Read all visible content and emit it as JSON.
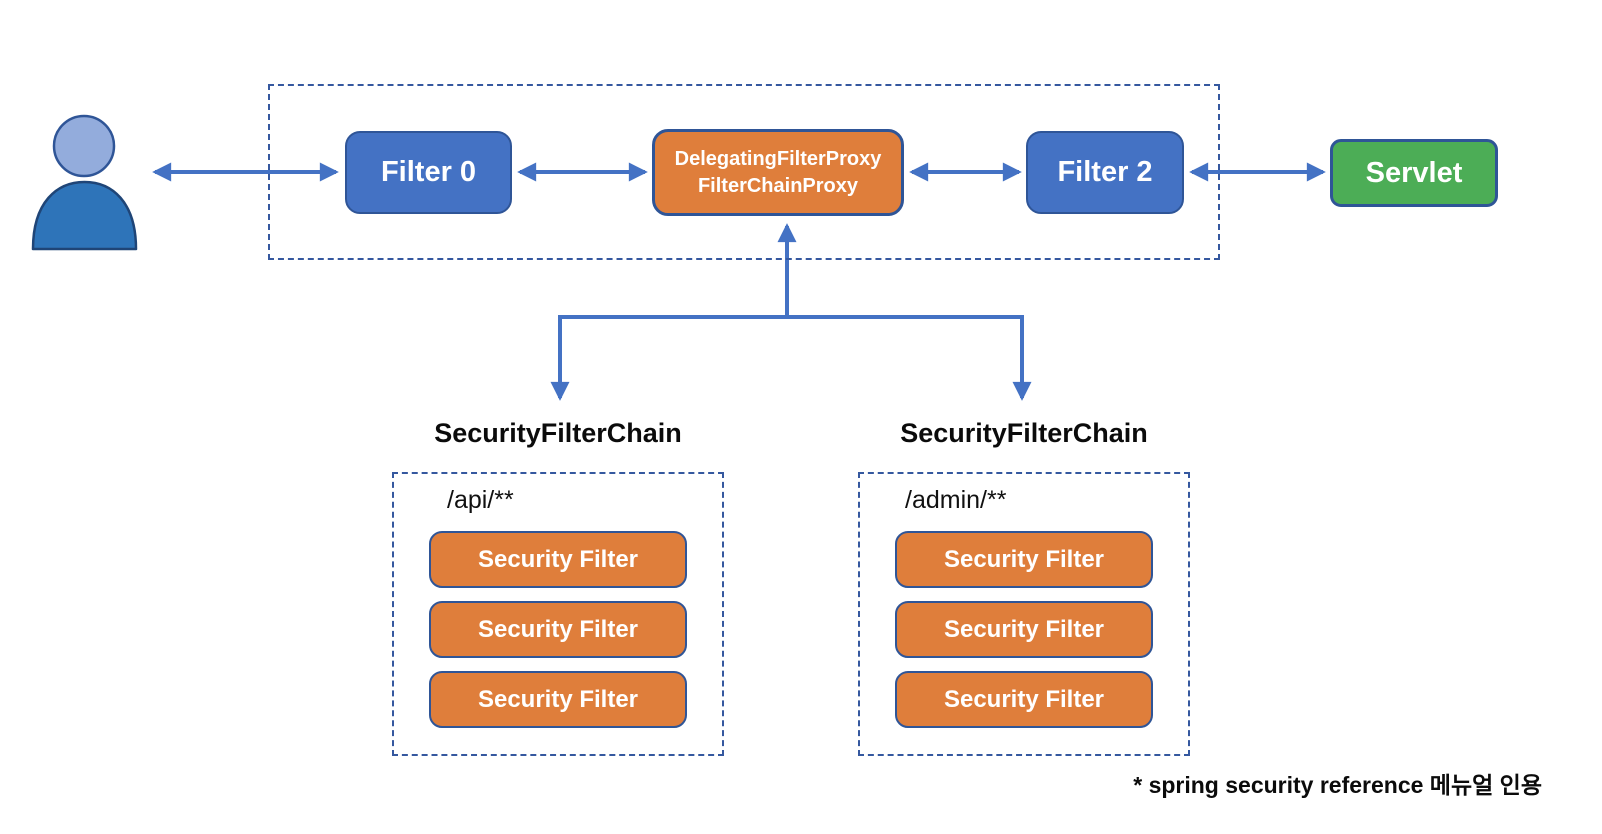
{
  "diagram": {
    "top_row": {
      "filter0_label": "Filter 0",
      "proxy_line1": "DelegatingFilterProxy",
      "proxy_line2": "FilterChainProxy",
      "filter2_label": "Filter 2",
      "servlet_label": "Servlet"
    },
    "chains": [
      {
        "title": "SecurityFilterChain",
        "pattern": "/api/**",
        "filters": [
          "Security Filter",
          "Security Filter",
          "Security Filter"
        ]
      },
      {
        "title": "SecurityFilterChain",
        "pattern": "/admin/**",
        "filters": [
          "Security Filter",
          "Security Filter",
          "Security Filter"
        ]
      }
    ],
    "footnote": "* spring security reference 메뉴얼 인용",
    "colors": {
      "node_blue": "#4472C4",
      "node_blue_border": "#2F5597",
      "node_orange": "#DF7E3B",
      "node_green": "#4CAD56",
      "arrow_blue": "#4472C4",
      "dashed_border": "#35589F",
      "person_head": "#93ACDC",
      "person_body": "#2E74B9",
      "text_dark": "#0b0b0b"
    }
  }
}
